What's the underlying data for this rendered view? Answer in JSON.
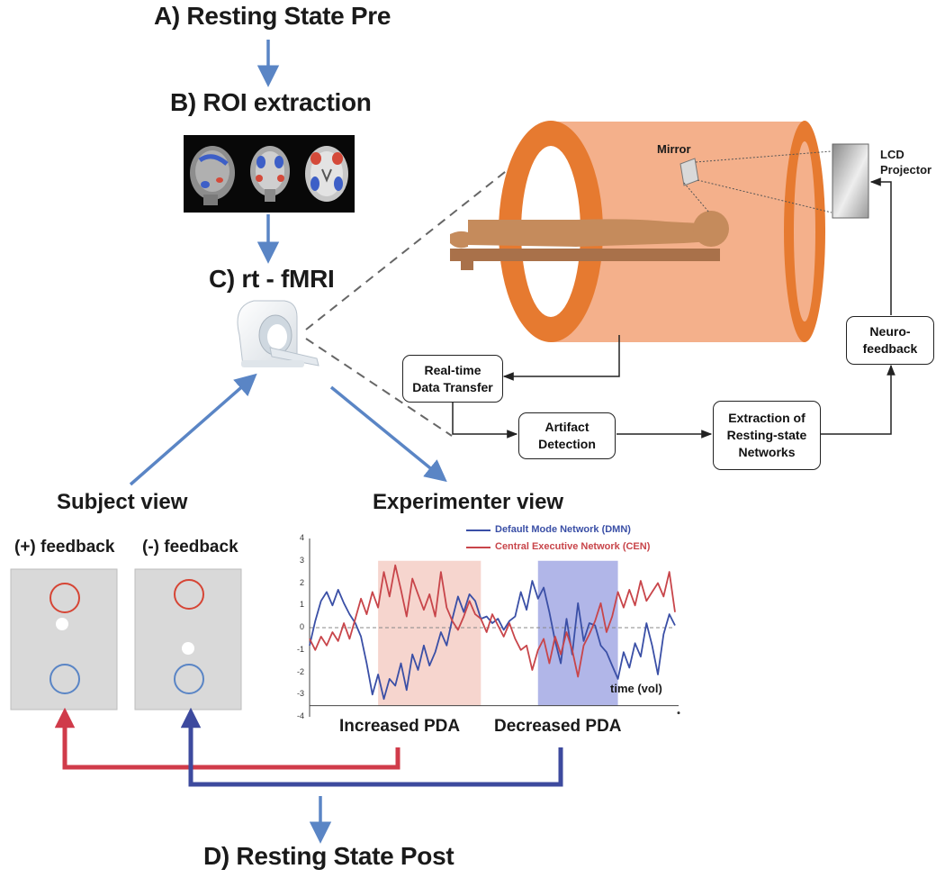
{
  "steps": {
    "a": "A) Resting State Pre",
    "b": "B) ROI extraction",
    "c": "C) rt - fMRI",
    "d": "D) Resting State Post"
  },
  "scanner": {
    "mirror": "Mirror",
    "projector": "LCD\nProjector"
  },
  "boxes": {
    "transfer": "Real-time\nData Transfer",
    "artifact": "Artifact\nDetection",
    "extraction": "Extraction of\nResting-state\nNetworks",
    "neuro": "Neuro-\nfeedback"
  },
  "views": {
    "subject": "Subject view",
    "experimenter": "Experimenter view"
  },
  "panels": {
    "positive": "(+) feedback",
    "negative": "(-) feedback"
  },
  "colors": {
    "arrow_blue": "#5a85c5",
    "scanner_orange": "#e67a30",
    "scanner_body": "#f4b08b",
    "dmn": "#3a4fa6",
    "cen": "#c8454a",
    "increase_shade": "#f6d3cb",
    "decrease_shade": "#a9aee6",
    "panel_grey": "#d9d9d9",
    "feedback_red": "#d03b4a",
    "feedback_navy": "#3d4a9e"
  },
  "chart_data": {
    "type": "line",
    "xlabel": "time (vol)",
    "ylim": [
      -4,
      4
    ],
    "yticks": [
      4,
      3,
      2,
      1,
      0,
      -1,
      -2,
      -3,
      -4
    ],
    "series": [
      {
        "name": "Default Mode Network (DMN)",
        "values": [
          -0.8,
          0.3,
          1.2,
          1.6,
          1.0,
          1.7,
          1.1,
          0.6,
          0.2,
          -0.4,
          -1.6,
          -3.0,
          -2.1,
          -3.2,
          -2.3,
          -2.6,
          -1.6,
          -2.8,
          -1.2,
          -1.9,
          -0.8,
          -1.7,
          -1.1,
          -0.2,
          -0.8,
          0.4,
          1.4,
          0.7,
          1.5,
          1.2,
          0.4,
          0.5,
          0.2,
          0.4,
          -0.1,
          0.3,
          0.5,
          1.6,
          0.8,
          2.1,
          1.3,
          1.8,
          0.7,
          -0.6,
          -1.6,
          0.4,
          -1.2,
          1.1,
          -0.6,
          0.2,
          0.1,
          -0.8,
          -1.1,
          -1.7,
          -2.3,
          -1.1,
          -1.8,
          -0.7,
          -1.3,
          0.2,
          -0.8,
          -2.1,
          -0.3,
          0.6,
          0.1
        ]
      },
      {
        "name": "Central Executive Network (CEN)",
        "values": [
          -0.5,
          -1.0,
          -0.4,
          -0.8,
          -0.2,
          -0.6,
          0.2,
          -0.5,
          0.4,
          1.3,
          0.6,
          1.6,
          0.9,
          2.5,
          1.4,
          2.8,
          1.7,
          0.5,
          2.2,
          1.5,
          0.8,
          1.5,
          0.5,
          2.5,
          0.9,
          0.3,
          -0.1,
          0.5,
          1.2,
          0.6,
          0.4,
          -0.2,
          0.6,
          0.1,
          -0.4,
          0.2,
          -0.5,
          -1.0,
          -0.8,
          -1.9,
          -1.0,
          -0.5,
          -1.6,
          -0.4,
          -1.2,
          -0.2,
          -1.0,
          -2.2,
          -0.8,
          -0.3,
          0.3,
          1.1,
          -0.2,
          0.5,
          1.6,
          0.9,
          1.7,
          1.0,
          2.1,
          1.2,
          1.6,
          2.0,
          1.4,
          2.5,
          0.7
        ]
      }
    ],
    "shaded_regions": [
      {
        "label": "Increased PDA",
        "x": [
          12,
          30
        ]
      },
      {
        "label": "Decreased PDA",
        "x": [
          40,
          54
        ]
      }
    ]
  }
}
